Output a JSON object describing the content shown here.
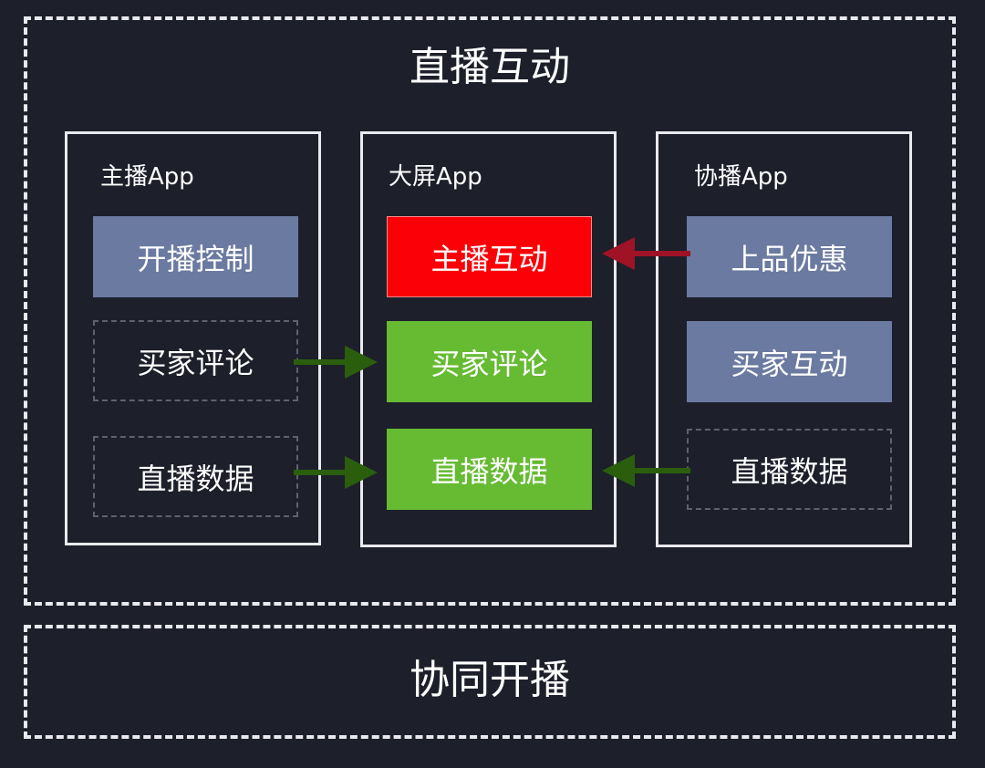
{
  "interaction": {
    "title": "直播互动",
    "apps": [
      {
        "label": "主播App",
        "items": [
          "开播控制",
          "买家评论",
          "直播数据"
        ]
      },
      {
        "label": "大屏App",
        "items": [
          "主播互动",
          "买家评论",
          "直播数据"
        ]
      },
      {
        "label": "协播App",
        "items": [
          "上品优惠",
          "买家互动",
          "直播数据"
        ]
      }
    ]
  },
  "collab": {
    "title": "协同开播"
  },
  "colors": {
    "background": "#1d1f2b",
    "slate_box": "#6b7aa1",
    "red_box": "#fb0007",
    "green_box": "#66bb33",
    "green_arrow": "#2a5e0c",
    "red_arrow": "#9e1325"
  }
}
